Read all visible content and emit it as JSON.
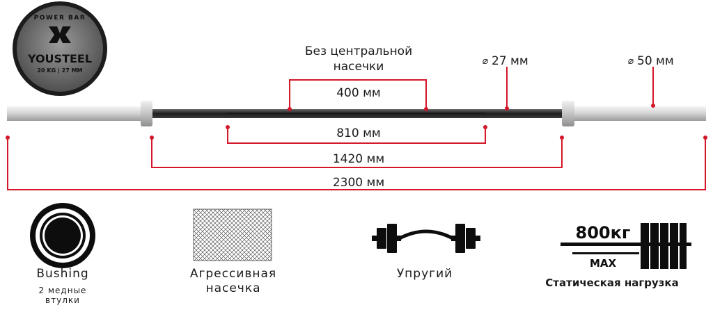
{
  "logo": {
    "top_text": "POWER BAR",
    "brand": "YOUSTEEL",
    "spec": "20 KG | 27 MM"
  },
  "dimensions": {
    "no_center_knurl_line1": "Без центральной",
    "no_center_knurl_line2": "насечки",
    "center_gap": "400 мм",
    "knurl_span": "810 мм",
    "shaft_length": "1420 мм",
    "total_length": "2300 мм",
    "shaft_diameter": "27 мм",
    "sleeve_diameter": "50 мм",
    "diameter_symbol": "⌀"
  },
  "features": {
    "bushing_title": "Bushing",
    "bushing_sub_line1": "2 медные",
    "bushing_sub_line2": "втулки",
    "knurl_line1": "Агрессивная",
    "knurl_line2": "насечка",
    "elastic": "Упругий",
    "load_value": "800кг",
    "load_max": "MAX",
    "load_caption": "Статическая нагрузка"
  },
  "colors": {
    "accent": "#d4172a",
    "shaft": "#2a2a2a",
    "sleeve": "#d9d9d9",
    "text": "#1a1a1a"
  }
}
